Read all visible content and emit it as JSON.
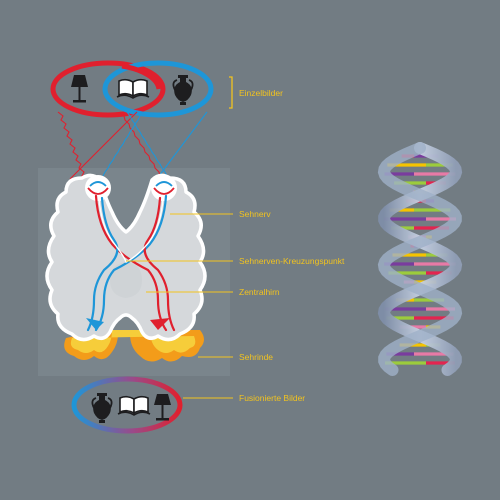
{
  "labels": {
    "single_images": "Einzelbilder",
    "optic_nerve": "Sehnerv",
    "optic_chiasm": "Sehnerven-Kreuzungspunkt",
    "midbrain": "Zentralhirn",
    "visual_cortex": "Sehrinde",
    "fused_images": "Fusionierte Bilder"
  },
  "icons": [
    "lamp-icon",
    "open-book-icon",
    "amphora-icon"
  ],
  "colors": {
    "background": "#727c83",
    "left_eye": "#e0202e",
    "right_eye": "#1e96d8",
    "label": "#f2c31f",
    "brain": "#d5d8db",
    "cortex_outer": "#f39c1a",
    "cortex_inner": "#f6cd3a",
    "helix_ribbon": "#aebcd3"
  },
  "dna_rung_colors": [
    "#e3244f",
    "#f5c400",
    "#7a3c9e",
    "#9ccc3c",
    "#e87aa6"
  ]
}
